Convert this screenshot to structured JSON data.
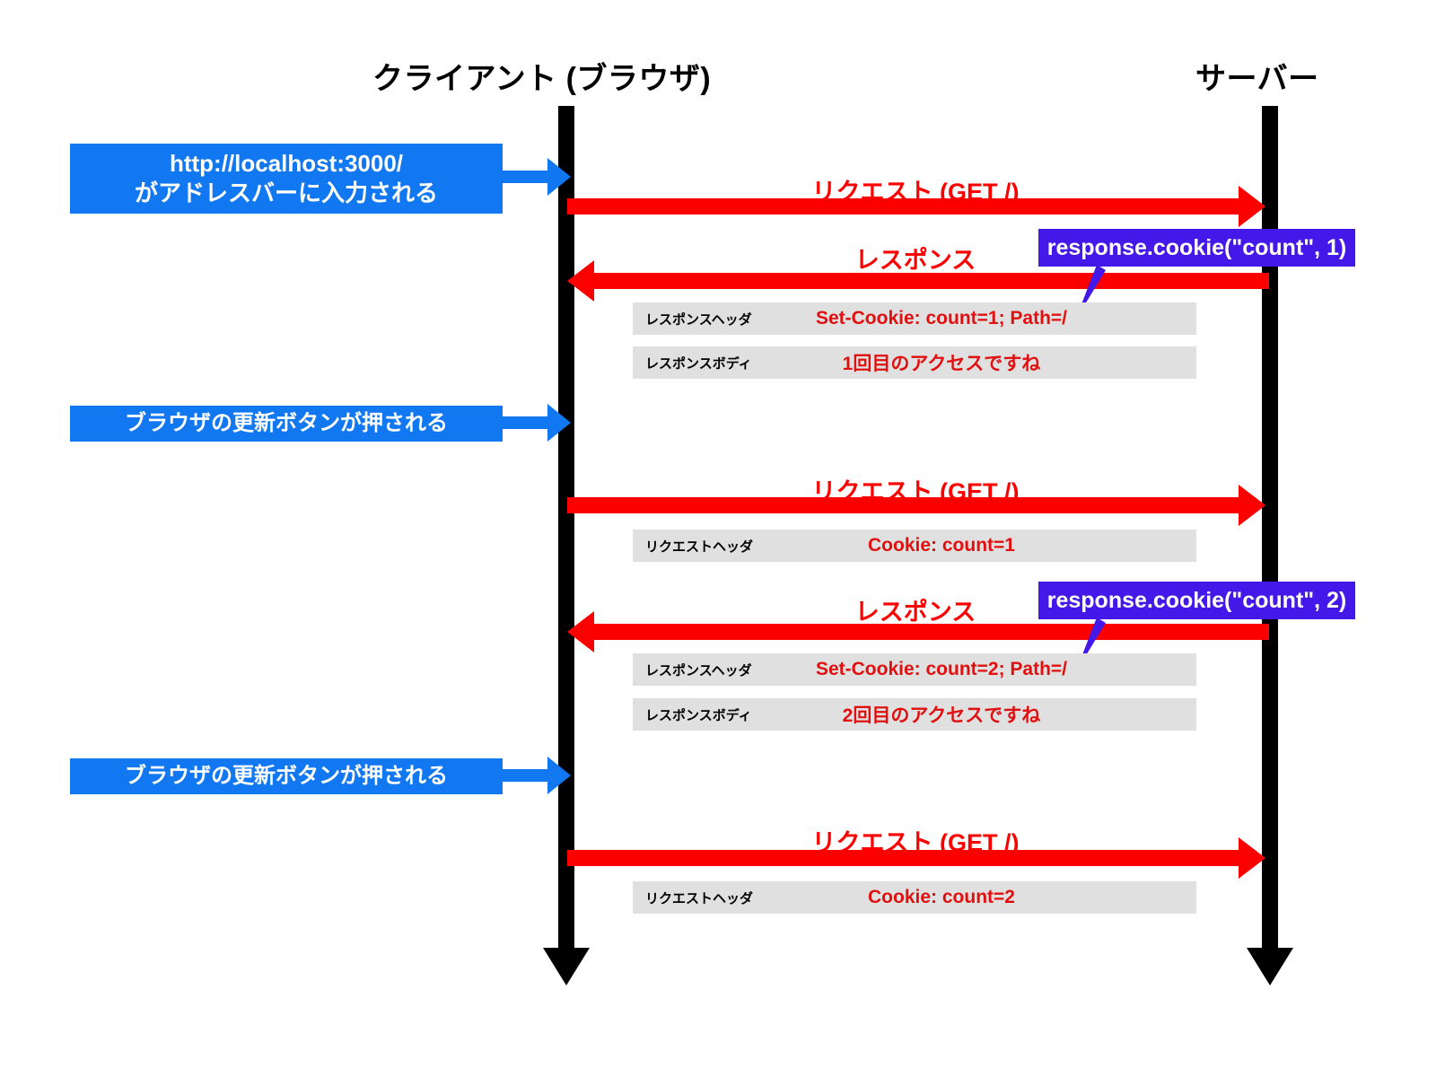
{
  "diagram": {
    "title_client": "クライアント (ブラウザ)",
    "title_server": "サーバー",
    "colors": {
      "blue": "#1178f2",
      "red": "#fc0000",
      "purple": "#4318e8",
      "gray_row": "#e0e0e0",
      "black": "#000000"
    }
  },
  "events": [
    {
      "line1": "http://localhost:3000/",
      "line2": "がアドレスバーに入力される"
    },
    {
      "line1": "ブラウザの更新ボタンが押される",
      "line2": ""
    },
    {
      "line1": "ブラウザの更新ボタンが押される",
      "line2": ""
    }
  ],
  "messages": [
    {
      "label": "リクエスト (GET /)",
      "direction": "right"
    },
    {
      "label": "レスポンス",
      "direction": "left"
    },
    {
      "label": "リクエスト (GET /)",
      "direction": "right"
    },
    {
      "label": "レスポンス",
      "direction": "left"
    },
    {
      "label": "リクエスト (GET /)",
      "direction": "right"
    }
  ],
  "details": [
    {
      "label": "レスポンスヘッダ",
      "value": "Set-Cookie: count=1; Path=/"
    },
    {
      "label": "レスポンスボディ",
      "value": "1回目のアクセスですね"
    },
    {
      "label": "リクエストヘッダ",
      "value": "Cookie: count=1"
    },
    {
      "label": "レスポンスヘッダ",
      "value": "Set-Cookie: count=2; Path=/"
    },
    {
      "label": "レスポンスボディ",
      "value": "2回目のアクセスですね"
    },
    {
      "label": "リクエストヘッダ",
      "value": "Cookie: count=2"
    }
  ],
  "callouts": [
    {
      "text": "response.cookie(\"count\", 1)"
    },
    {
      "text": "response.cookie(\"count\", 2)"
    }
  ]
}
